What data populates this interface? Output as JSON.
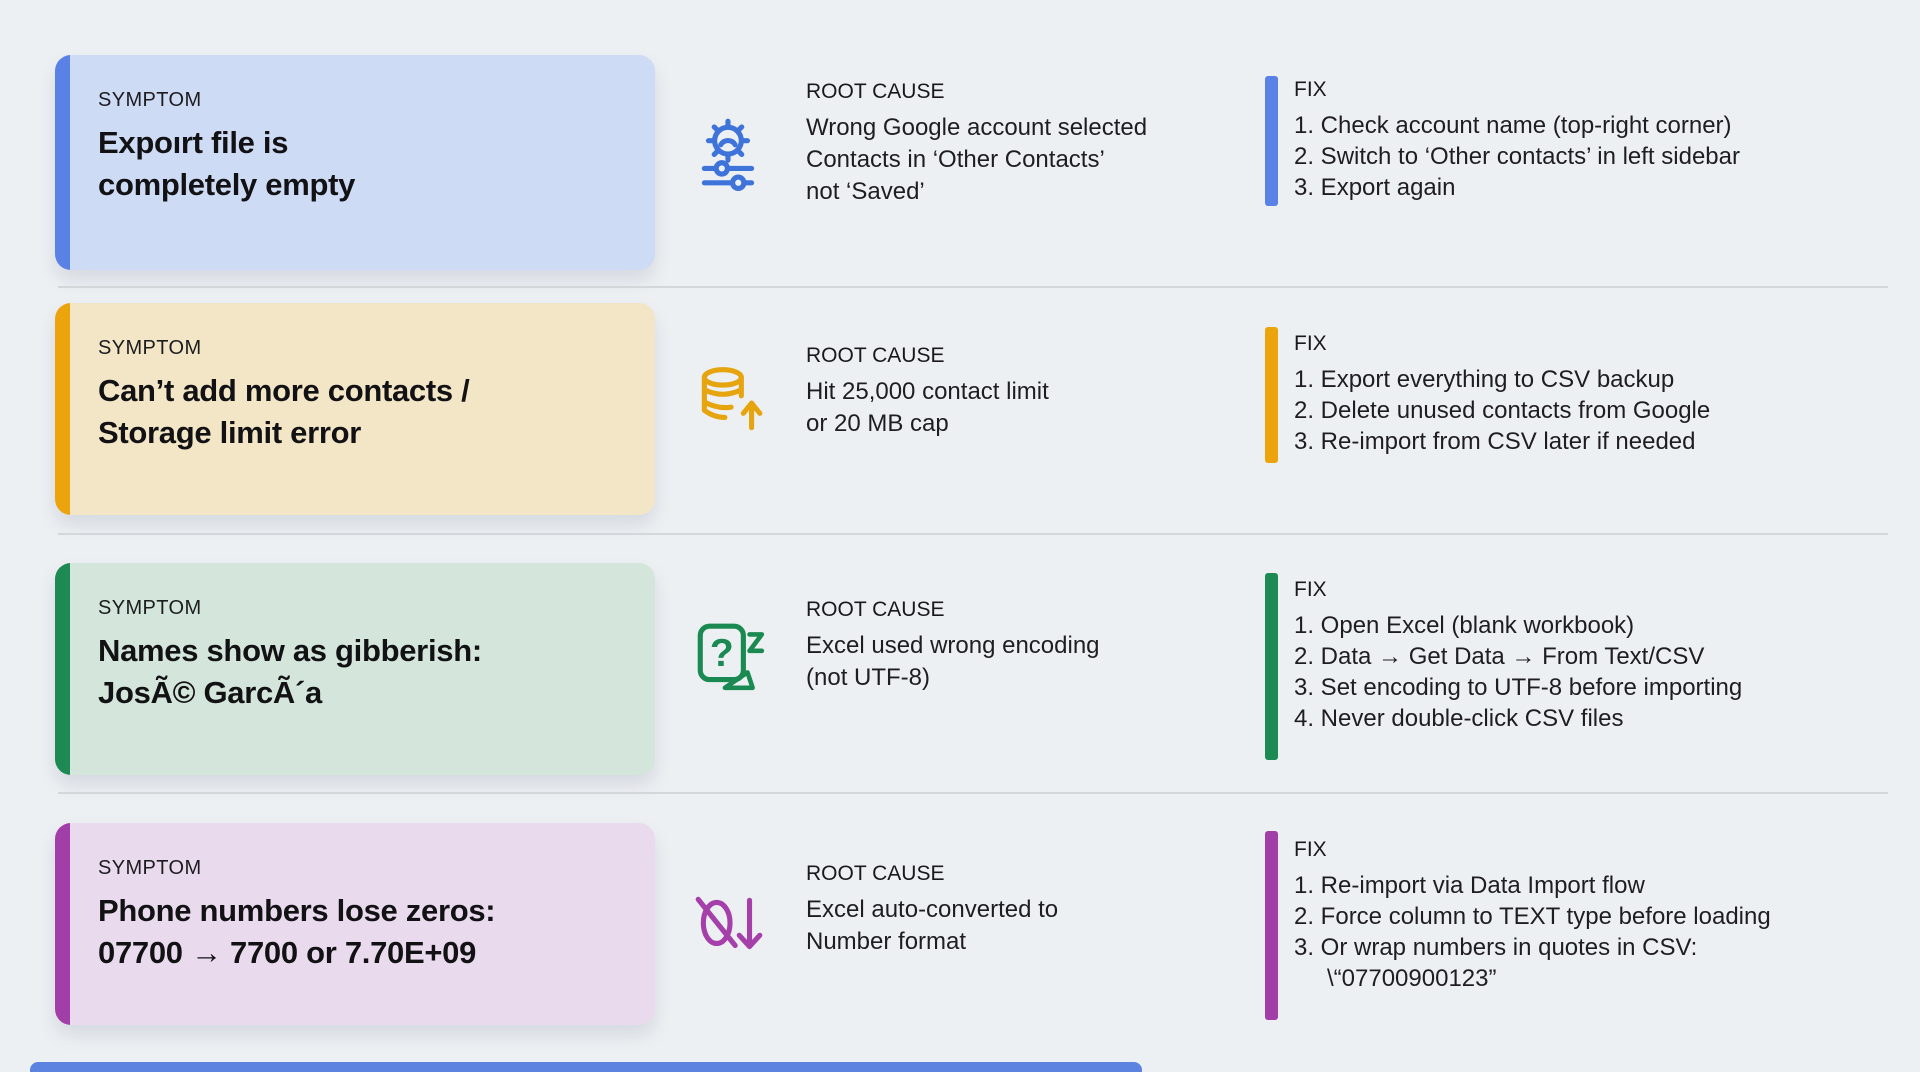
{
  "page": {
    "background": "#edf0f3",
    "divider_color": "#d4d7da",
    "bottom_partial_card_color": "#5c83e0"
  },
  "rows": [
    {
      "id": "export-empty",
      "accent_color": "#5a82e6",
      "card_color": "#cedbf5",
      "icon": "settings-sliders-icon",
      "icon_color": "#3e74da",
      "symptom": {
        "label": "SYMPTOM",
        "line1": "Expoırt file is",
        "line2": "completely empty"
      },
      "root_cause": {
        "label": "ROOT CAUSE",
        "line1": "Wrong Google account selected",
        "line2": "Contacts in ‘Other Contacts’",
        "line3": "not ‘Saved’"
      },
      "fix": {
        "label": "FIX",
        "step1": "1. Check account name (top-right corner)",
        "step2": "2. Switch to ‘Other contacts’ in left sidebar",
        "step3": "3. Export again"
      }
    },
    {
      "id": "storage-limit",
      "accent_color": "#eca40c",
      "card_color": "#f3e6c6",
      "icon": "database-limit-icon",
      "icon_color": "#e6a40e",
      "symptom": {
        "label": "SYMPTOM",
        "line1": "Can’t add more contacts /",
        "line2": "Storage limit error"
      },
      "root_cause": {
        "label": "ROOT CAUSE",
        "line1": "Hit 25,000 contact limit",
        "line2": "or 20 MB cap"
      },
      "fix": {
        "label": "FIX",
        "step1": "1. Export everything to CSV backup",
        "step2": "2. Delete unused contacts from Google",
        "step3": "3. Re-import from CSV later if needed"
      }
    },
    {
      "id": "encoding-gibberish",
      "accent_color": "#1d8a54",
      "card_color": "#d4e6db",
      "icon": "encoding-question-icon",
      "icon_color": "#1b8a52",
      "symptom": {
        "label": "SYMPTOM",
        "line1": "Names show as gibberish:",
        "line2": "JosÃ© GarcÃ´a"
      },
      "root_cause": {
        "label": "ROOT CAUSE",
        "line1": "Excel used wrong encoding",
        "line2": "(not UTF-8)"
      },
      "fix": {
        "label": "FIX",
        "step1": "1. Open Excel (blank workbook)",
        "step2": "2. Data → Get Data → From Text/CSV",
        "step3": "3. Set encoding to UTF-8 before importing",
        "step4": "4. Never double-click CSV files"
      }
    },
    {
      "id": "leading-zeros",
      "accent_color": "#a23ea8",
      "card_color": "#eadaee",
      "icon": "zero-slash-down-icon",
      "icon_color": "#a540ab",
      "symptom": {
        "label": "SYMPTOM",
        "line1": "Phone numbers lose zeros:",
        "line2": "07700 → 7700 or 7.70E+09"
      },
      "root_cause": {
        "label": "ROOT CAUSE",
        "line1": "Excel auto-converted to",
        "line2": "Number format"
      },
      "fix": {
        "label": "FIX",
        "step1": "1. Re-import via Data Import flow",
        "step2": "2. Force column to TEXT type before loading",
        "step3": "3. Or wrap numbers in quotes in CSV:",
        "step4": "\\“07700900123”"
      }
    }
  ]
}
